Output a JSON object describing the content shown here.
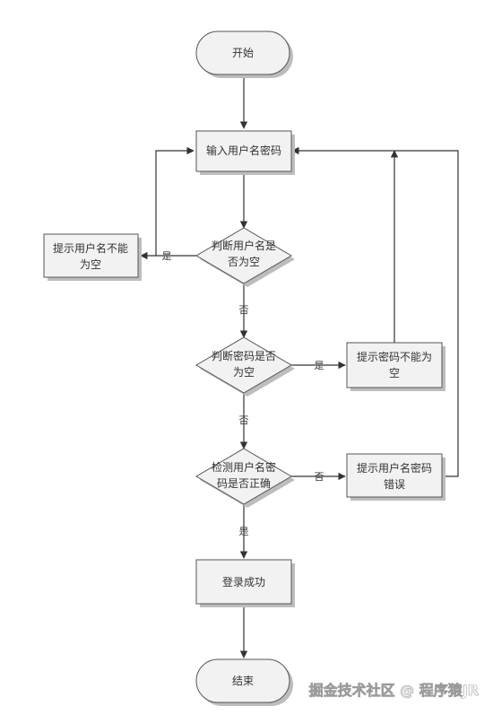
{
  "nodes": {
    "start": "开始",
    "input": "输入用户名密码",
    "check_user_empty": [
      "判断用户名是",
      "否为空"
    ],
    "hint_user_empty": [
      "提示用户名不能",
      "为空"
    ],
    "check_pwd_empty": [
      "判断密码是否",
      "为空"
    ],
    "hint_pwd_empty": [
      "提示密码不能为",
      "空"
    ],
    "verify": [
      "检测用户名密",
      "码是否正确"
    ],
    "hint_wrong": [
      "提示用户名密码",
      "错误"
    ],
    "success": "登录成功",
    "end": "结束"
  },
  "edges": {
    "user_empty_yes": "是",
    "user_empty_no": "否",
    "pwd_empty_yes": "是",
    "pwd_empty_no": "否",
    "verify_no": "否",
    "verify_yes": "是"
  },
  "watermark": "掘金技术社区 @ 程序猿JR"
}
